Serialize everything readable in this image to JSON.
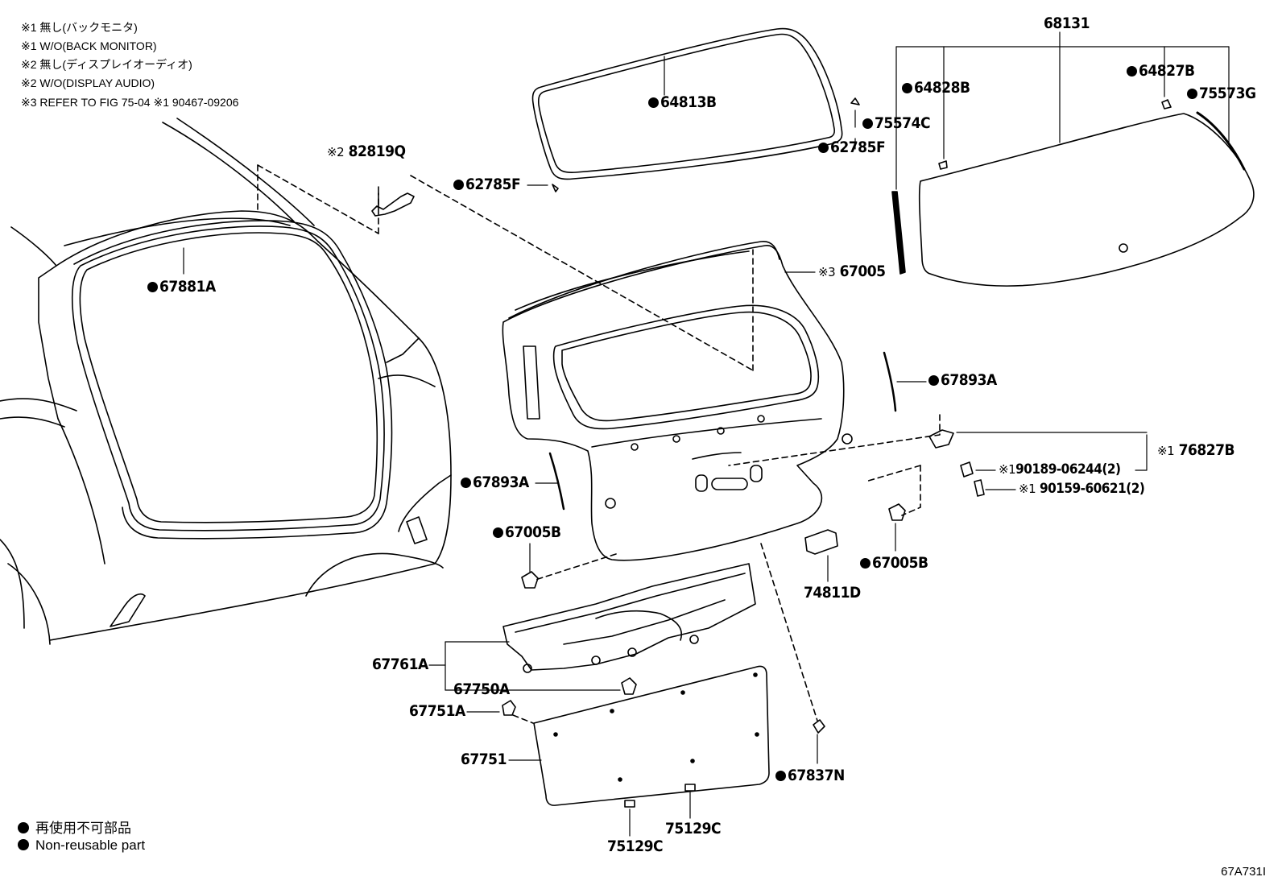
{
  "notes": [
    "※1 無し(バックモニタ)",
    "※1 W/O(BACK MONITOR)",
    "※2 無し(ディスプレイオーディオ)",
    "※2 W/O(DISPLAY AUDIO)",
    "※3 REFER TO FIG 75-04 ※1 90467-09206"
  ],
  "parts": {
    "p68131": "68131",
    "p64813B": "64813B",
    "p82819Q": "82819Q",
    "p82819Q_mark": "※2",
    "p62785F_left": "62785F",
    "p62785F_right": "62785F",
    "p75574C": "75574C",
    "p64828B": "64828B",
    "p64827B": "64827B",
    "p75573G": "75573G",
    "p67881A": "67881A",
    "p67005": "67005",
    "p67005_mark": "※3",
    "p67893A_right": "67893A",
    "p67893A_left": "67893A",
    "p76827B": "76827B",
    "p76827B_mark": "※1",
    "p90189": "90189-06244(2)",
    "p90189_mark": "※1",
    "p90159": "90159-60621(2)",
    "p90159_mark": "※1",
    "p67005B_left": "67005B",
    "p67005B_right": "67005B",
    "p74811D": "74811D",
    "p67761A": "67761A",
    "p67750A": "67750A",
    "p67751A": "67751A",
    "p67751": "67751",
    "p67837N": "67837N",
    "p75129C_a": "75129C",
    "p75129C_b": "75129C"
  },
  "legend": {
    "jp": "再使用不可部品",
    "en": "Non-reusable part"
  },
  "figure_code": "67A731I"
}
